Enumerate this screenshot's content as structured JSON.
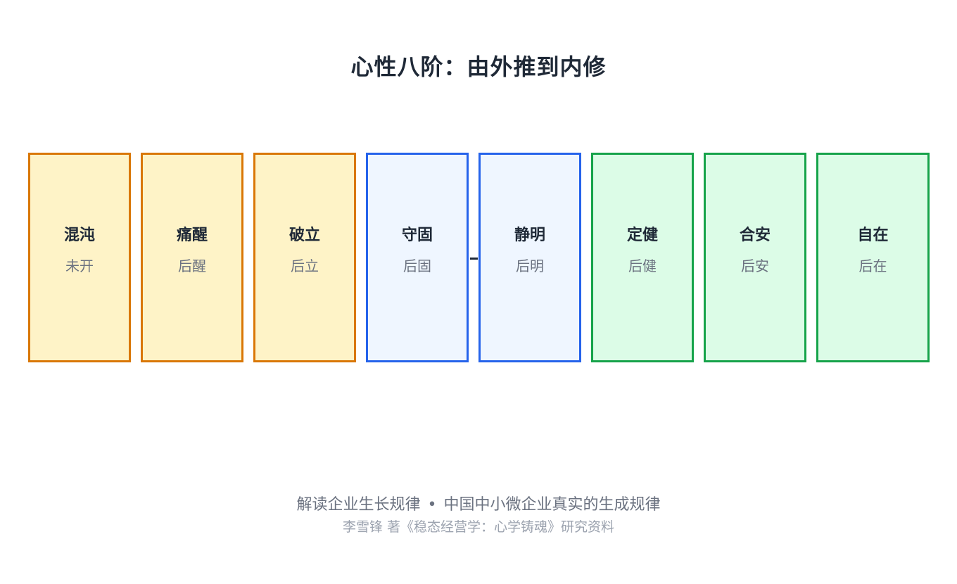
{
  "title": "心性八阶：由外推到内修",
  "stages": [
    {
      "name": "混沌",
      "sub": "未开",
      "color": "orange"
    },
    {
      "name": "痛醒",
      "sub": "后醒",
      "color": "orange"
    },
    {
      "name": "破立",
      "sub": "后立",
      "color": "orange"
    },
    {
      "name": "守固",
      "sub": "后固",
      "color": "blue"
    },
    {
      "name": "静明",
      "sub": "后明",
      "color": "blue"
    },
    {
      "name": "定健",
      "sub": "后健",
      "color": "green"
    },
    {
      "name": "合安",
      "sub": "后安",
      "color": "green"
    },
    {
      "name": "自在",
      "sub": "后在",
      "color": "green"
    }
  ],
  "colors": {
    "orange_fill": "#fef3c7",
    "orange_border": "#d97706",
    "blue_fill": "#eff6ff",
    "blue_border": "#2563eb",
    "green_fill": "#dcfce7",
    "green_border": "#16a34a"
  },
  "footer": {
    "left": "解读企业生长规律",
    "separator": "•",
    "right": "中国中小微企业真实的生成规律",
    "credit": "李雪锋 著《稳态经营学：心学铸魂》研究资料"
  }
}
